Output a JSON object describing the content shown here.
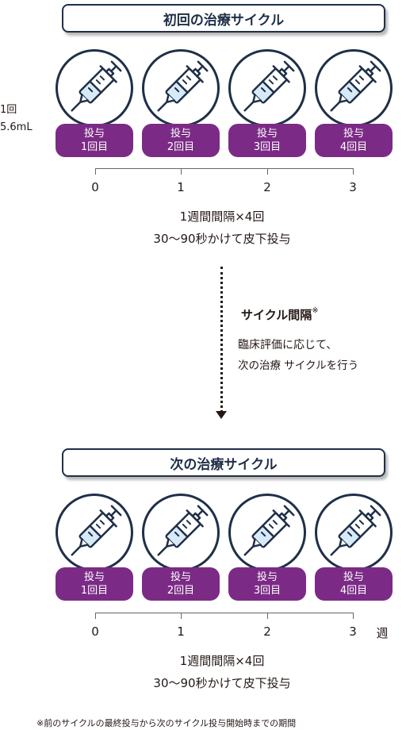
{
  "dose_label": {
    "line1": "1回",
    "line2": "5.6mL"
  },
  "first_cycle": {
    "title": "初回の治療サイクル",
    "doses": [
      {
        "line1": "投与",
        "line2": "1回目"
      },
      {
        "line1": "投与",
        "line2": "2回目"
      },
      {
        "line1": "投与",
        "line2": "3回目"
      },
      {
        "line1": "投与",
        "line2": "4回目"
      }
    ],
    "ticks": [
      "0",
      "1",
      "2",
      "3"
    ],
    "schedule_line1": "1週間間隔×4回",
    "schedule_line2": "30～90秒かけて皮下投与"
  },
  "interval": {
    "heading": "サイクル間隔",
    "mark": "※",
    "desc_line1": "臨床評価に応じて、",
    "desc_line2": "次の治療 サイクルを行う"
  },
  "next_cycle": {
    "title": "次の治療サイクル",
    "doses": [
      {
        "line1": "投与",
        "line2": "1回目"
      },
      {
        "line1": "投与",
        "line2": "2回目"
      },
      {
        "line1": "投与",
        "line2": "3回目"
      },
      {
        "line1": "投与",
        "line2": "4回目"
      }
    ],
    "ticks": [
      "0",
      "1",
      "2",
      "3"
    ],
    "unit": "週",
    "schedule_line1": "1週間間隔×4回",
    "schedule_line2": "30～90秒かけて皮下投与"
  },
  "footnote": "※前のサイクルの最終投与から次のサイクル投与開始時までの期間",
  "icons": {
    "dose": "syringe-icon"
  },
  "colors": {
    "navy": "#1f2f47",
    "purple": "#7b2b85",
    "syringe_fill": "#d7eaf7"
  }
}
